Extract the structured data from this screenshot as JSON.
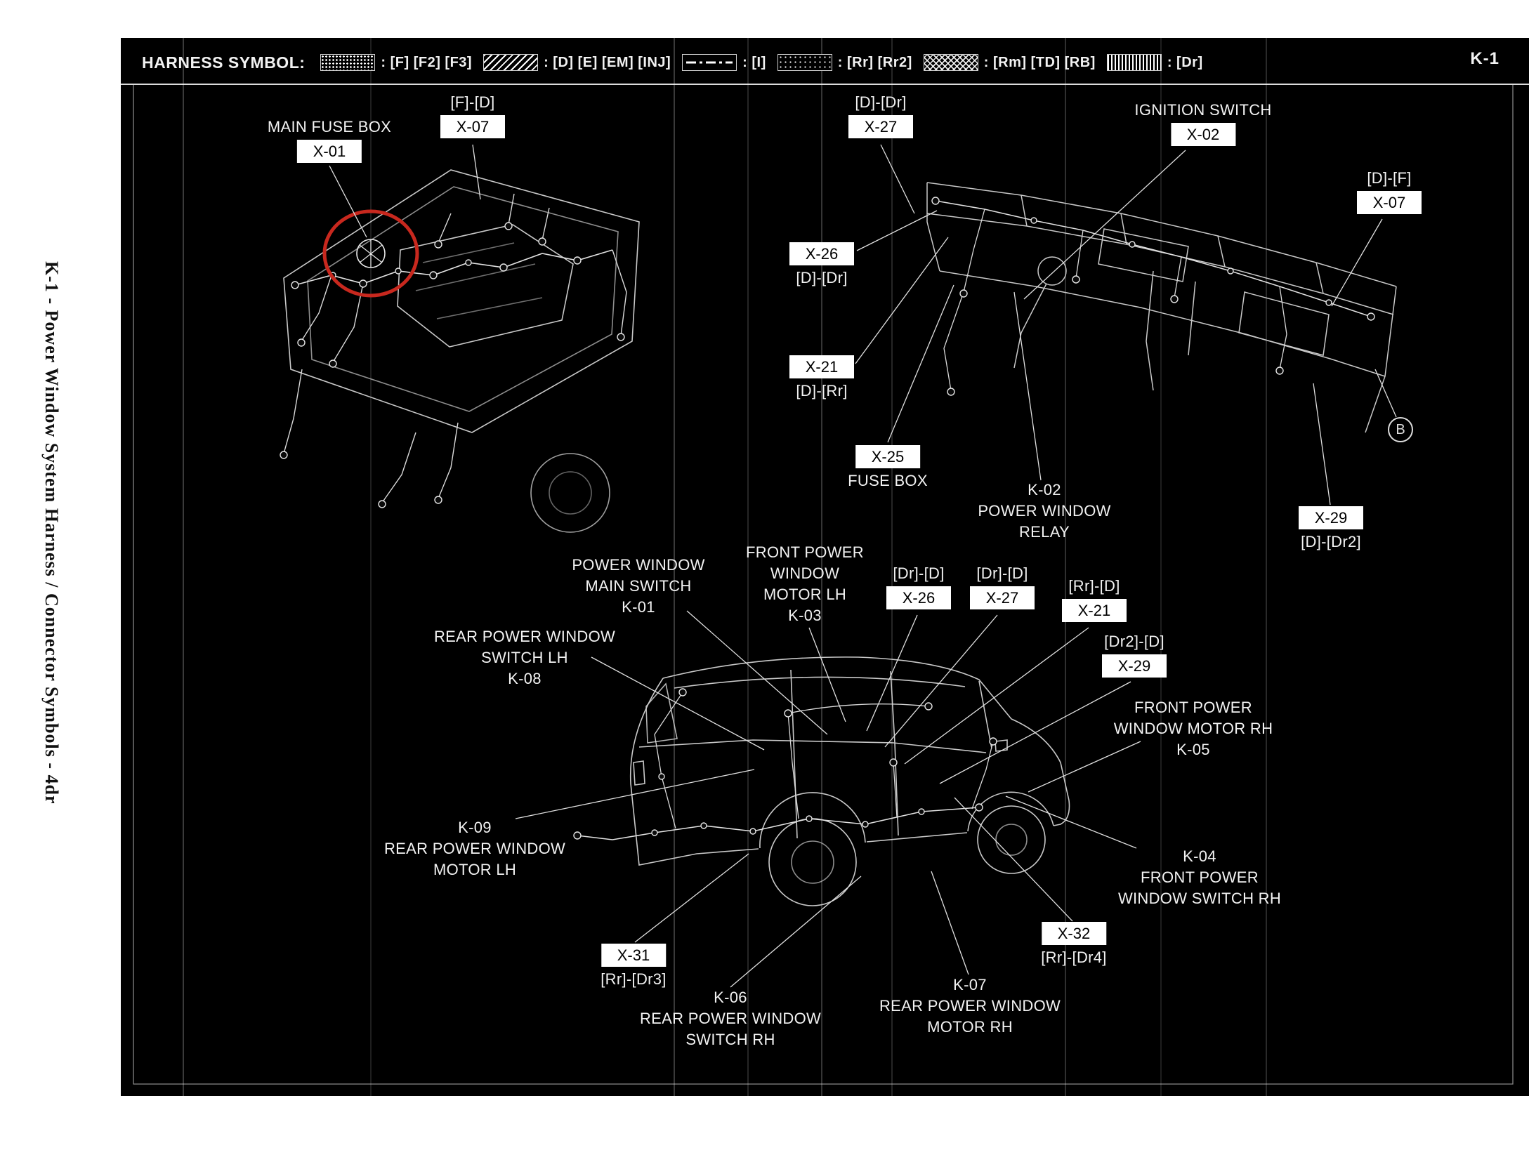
{
  "page": {
    "page_code": "K-1",
    "sidebar_title": "K-1 - Power Window System Harness / Connector Symbols - 4dr"
  },
  "legend": {
    "title": "HARNESS SYMBOL:",
    "items": [
      {
        "name": "front-harness-pattern",
        "codes": ": [F] [F2] [F3]"
      },
      {
        "name": "dash-engine-harness-pattern",
        "codes": ": [D] [E] [EM] [INJ]"
      },
      {
        "name": "instrument-harness-pattern",
        "codes": ": [I]"
      },
      {
        "name": "rear-harness-pattern",
        "codes": ": [Rr] [Rr2]"
      },
      {
        "name": "room-harness-pattern",
        "codes": ": [Rm] [TD] [RB]"
      },
      {
        "name": "door-harness-pattern",
        "codes": ": [Dr]"
      }
    ]
  },
  "callouts": {
    "main_fuse_box": {
      "title": "MAIN FUSE BOX",
      "code": "X-01"
    },
    "x07_engine": {
      "title": "[F]-[D]",
      "code": "X-07"
    },
    "x27_dash_top": {
      "title": "[D]-[Dr]",
      "code": "X-27"
    },
    "ignition_switch": {
      "title": "IGNITION SWITCH",
      "code": "X-02"
    },
    "x07_dash_right": {
      "title": "[D]-[F]",
      "code": "X-07"
    },
    "x26_dash": {
      "code": "X-26",
      "subtitle": "[D]-[Dr]"
    },
    "x21_dash": {
      "code": "X-21",
      "subtitle": "[D]-[Rr]"
    },
    "x25_fuse_box": {
      "code": "X-25",
      "subtitle": "FUSE BOX"
    },
    "k02_relay": {
      "lines": [
        "K-02",
        "POWER WINDOW",
        "RELAY"
      ]
    },
    "x29_dash": {
      "code": "X-29",
      "subtitle": "[D]-[Dr2]"
    },
    "circled_marker": {
      "letter": "B"
    },
    "k01_main_switch": {
      "lines": [
        "POWER WINDOW",
        "MAIN SWITCH",
        "K-01"
      ]
    },
    "k03_front_motor_lh": {
      "lines": [
        "FRONT POWER",
        "WINDOW",
        "MOTOR LH",
        "K-03"
      ]
    },
    "x26_body": {
      "title": "[Dr]-[D]",
      "code": "X-26"
    },
    "x27_body": {
      "title": "[Dr]-[D]",
      "code": "X-27"
    },
    "x21_body": {
      "title": "[Rr]-[D]",
      "code": "X-21"
    },
    "x29_body": {
      "title": "[Dr2]-[D]",
      "code": "X-29"
    },
    "k08_rear_switch_lh": {
      "lines": [
        "REAR POWER WINDOW",
        "SWITCH LH",
        "K-08"
      ]
    },
    "k05_front_motor_rh": {
      "lines": [
        "FRONT POWER",
        "WINDOW MOTOR RH",
        "K-05"
      ]
    },
    "k09_rear_motor_lh": {
      "lines": [
        "K-09",
        "REAR POWER WINDOW",
        "MOTOR LH"
      ]
    },
    "k04_front_switch_rh": {
      "lines": [
        "K-04",
        "FRONT POWER",
        "WINDOW SWITCH RH"
      ]
    },
    "x31_body": {
      "code": "X-31",
      "subtitle": "[Rr]-[Dr3]"
    },
    "x32_body": {
      "code": "X-32",
      "subtitle": "[Rr]-[Dr4]"
    },
    "k06_rear_switch_rh": {
      "lines": [
        "K-06",
        "REAR POWER WINDOW",
        "SWITCH RH"
      ]
    },
    "k07_rear_motor_rh": {
      "lines": [
        "K-07",
        "REAR POWER WINDOW",
        "MOTOR RH"
      ]
    }
  },
  "colors": {
    "paper": "#ffffff",
    "diagram_background": "#000000",
    "line_ink": "#ffffff",
    "highlight_circle": "#c8281e"
  }
}
